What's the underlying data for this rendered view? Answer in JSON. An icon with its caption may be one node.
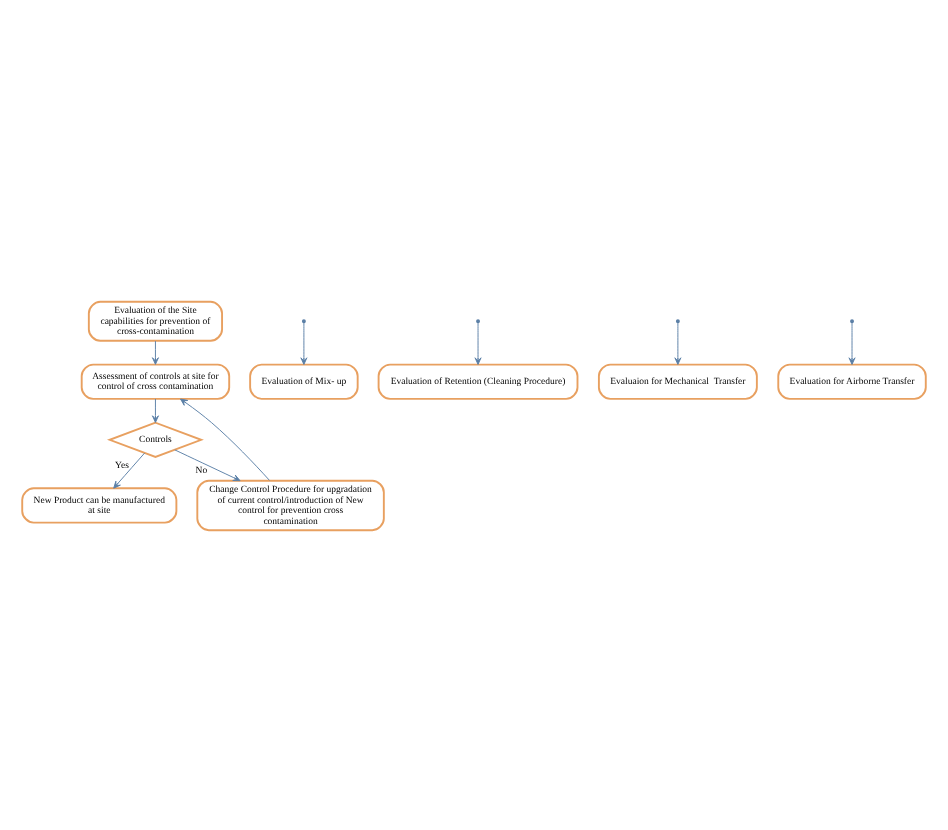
{
  "diagram": {
    "nodes": [
      {
        "text": [
          "Evaluation of the Site capabilities for prevention of cross-contamination"
        ]
      },
      {
        "text": [
          "Evaluation of Mix- up"
        ]
      },
      {
        "text": [
          "Evaluation of Retention (Cleaning Procedure)"
        ]
      },
      {
        "text": [
          "Evaluaion for Mechanical  Transfer"
        ]
      },
      {
        "text": [
          "Evaluation for Airborne Transfer"
        ]
      },
      {
        "text": [
          "Assessment of controls at site for control of cross contamination"
        ]
      },
      {
        "text": [
          "Controls"
        ]
      },
      {
        "text": [
          "New Product can be manufactured at site"
        ]
      },
      {
        "text": [
          "Change Control Procedure for upgradation of current control/introduction of New control for prevention cross contamination"
        ]
      }
    ],
    "edges": [
      {
        "from": 0,
        "to": 5,
        "arrow": "to"
      },
      {
        "from": null,
        "to": 1,
        "arrow": "to"
      },
      {
        "from": null,
        "to": 2,
        "arrow": "to"
      },
      {
        "from": null,
        "to": 3,
        "arrow": "to"
      },
      {
        "from": null,
        "to": 4,
        "arrow": "to"
      },
      {
        "from": 5,
        "to": 6,
        "arrow": "to"
      },
      {
        "from": 6,
        "to": 7,
        "arrow": "to",
        "label": "Yes"
      },
      {
        "from": 6,
        "to": 8,
        "arrow": "to",
        "label": "No"
      },
      {
        "from": 8,
        "to": 5,
        "arrow": "to"
      }
    ]
  }
}
